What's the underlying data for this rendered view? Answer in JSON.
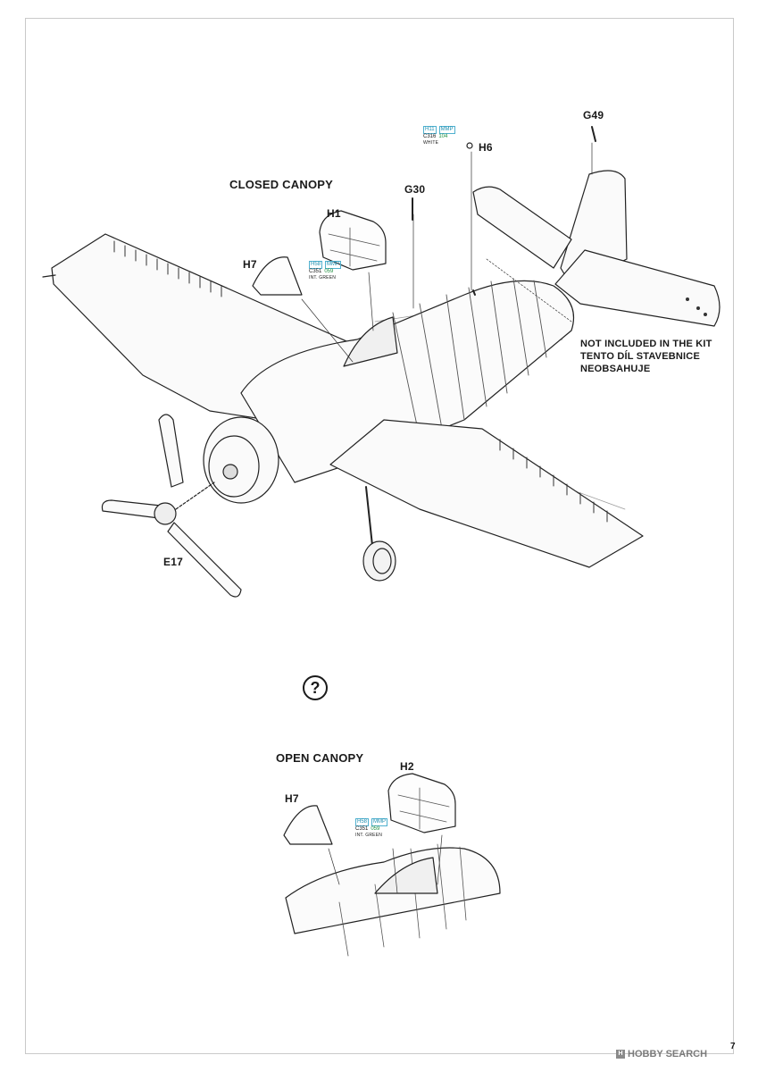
{
  "labels": {
    "closed_canopy": "CLOSED CANOPY",
    "open_canopy": "OPEN CANOPY",
    "h1": "H1",
    "h2": "H2",
    "h6": "H6",
    "h7_top": "H7",
    "h7_bottom": "H7",
    "g30": "G30",
    "g49": "G49",
    "e17": "E17",
    "not_included_1": "NOT INCLUDED IN THE KIT",
    "not_included_2": "TENTO DÍL STAVEBNICE",
    "not_included_3": "NEOBSAHUJE",
    "question": "?"
  },
  "paints": {
    "white": {
      "h": "H11",
      "mmp": "MMP",
      "c": "C316",
      "code": "104",
      "name": "WHITE"
    },
    "green_top": {
      "h": "H58",
      "mmp": "MMP",
      "c": "C351",
      "code": "059",
      "name": "INT. GREEN"
    },
    "green_bottom": {
      "h": "H58",
      "mmp": "MMP",
      "c": "C351",
      "code": "059",
      "name": "INT. GREEN"
    }
  },
  "page_number": "7",
  "watermark": {
    "logo": "H",
    "text": "HOBBY SEARCH"
  }
}
